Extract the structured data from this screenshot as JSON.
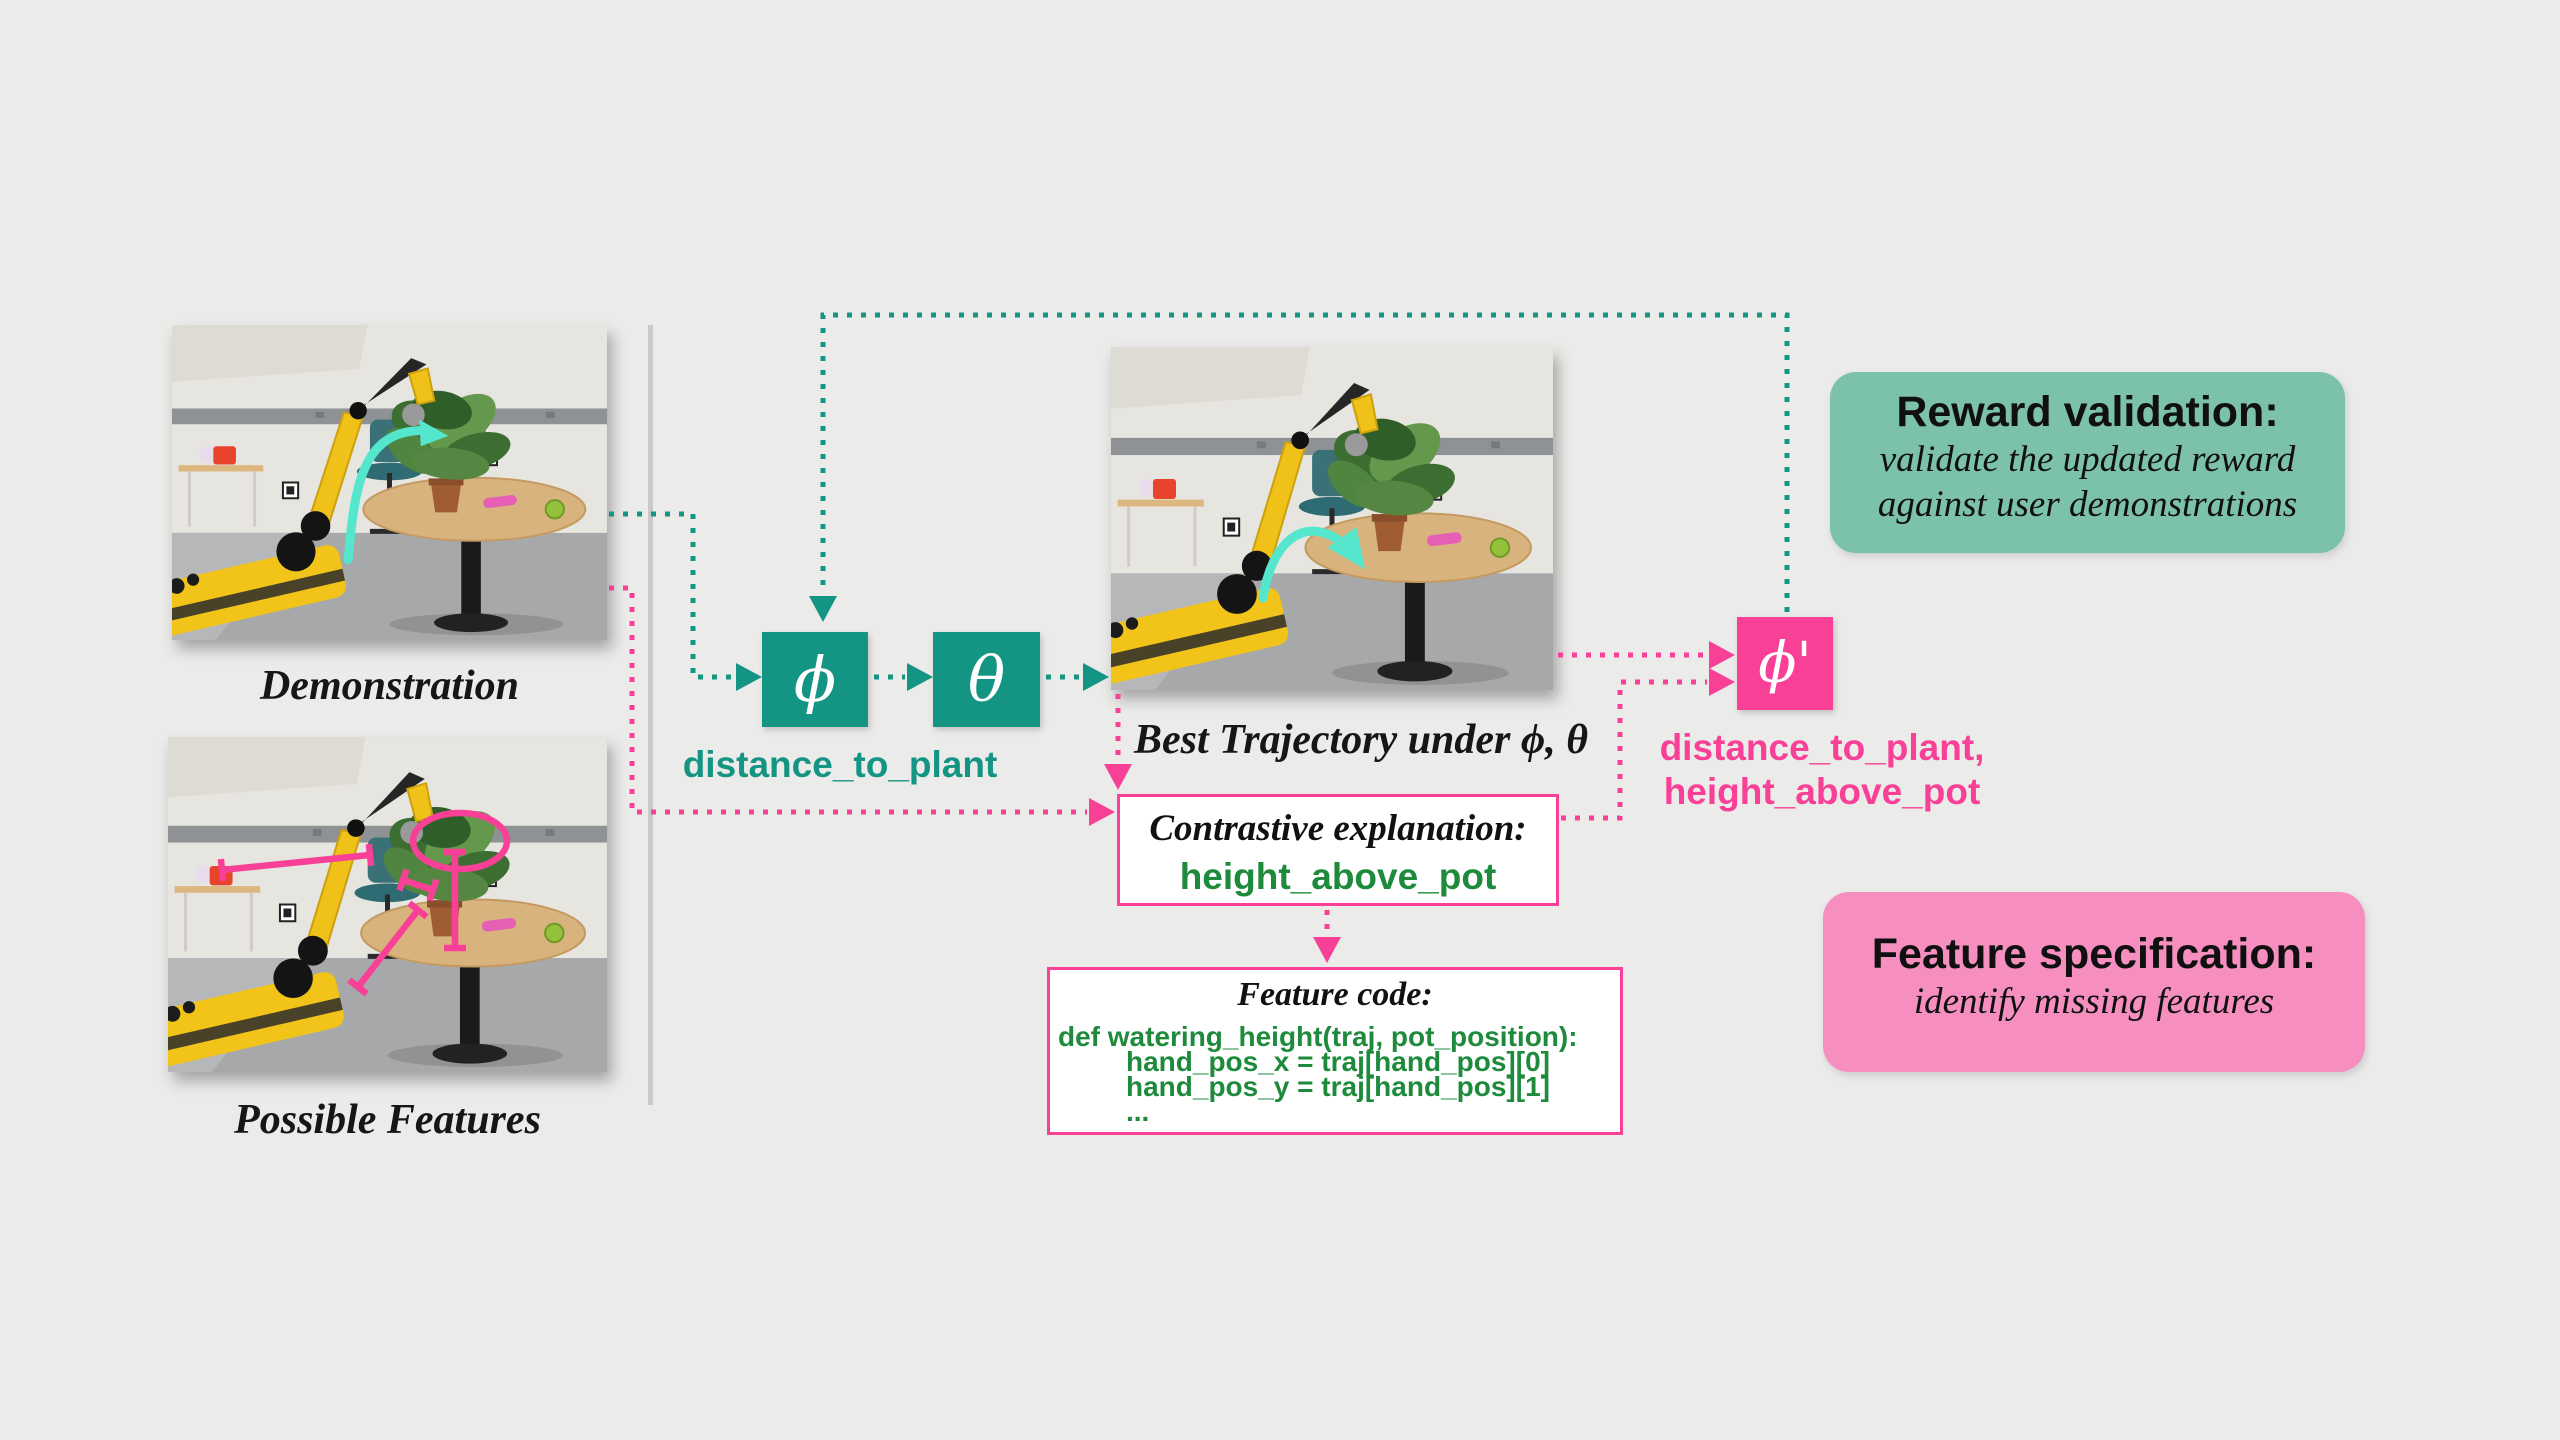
{
  "diagram": {
    "photos": {
      "demonstration": {
        "caption": "Demonstration"
      },
      "possible_features": {
        "caption": "Possible Features"
      },
      "best_trajectory": {
        "caption": "Best Trajectory under ϕ, θ"
      }
    },
    "nodes": {
      "phi": "ϕ",
      "theta": "θ",
      "phi_prime": "ϕ'"
    },
    "feature_labels": {
      "initial": "distance_to_plant",
      "updated_line1": "distance_to_plant,",
      "updated_line2": "height_above_pot"
    },
    "contrastive_explanation": {
      "title": "Contrastive explanation:",
      "feature": "height_above_pot"
    },
    "feature_code": {
      "title": "Feature code:",
      "lines": [
        "def watering_height(traj, pot_position):",
        "hand_pos_x = traj[hand_pos][0]",
        "hand_pos_y = traj[hand_pos][1]",
        "..."
      ]
    },
    "callouts": {
      "reward_validation": {
        "title": "Reward validation:",
        "subtitle_line1": "validate the updated reward",
        "subtitle_line2": "against user demonstrations"
      },
      "feature_specification": {
        "title": "Feature specification:",
        "subtitle_line1": "identify missing features"
      }
    },
    "colors": {
      "teal": "#149483",
      "pink": "#F84097",
      "light_pink": "#F68FC0",
      "green_box": "#7CC1AC",
      "code_green": "#1E8B3C",
      "cyan_arrow": "#55E6CE",
      "background": "#EBEBE9"
    }
  }
}
